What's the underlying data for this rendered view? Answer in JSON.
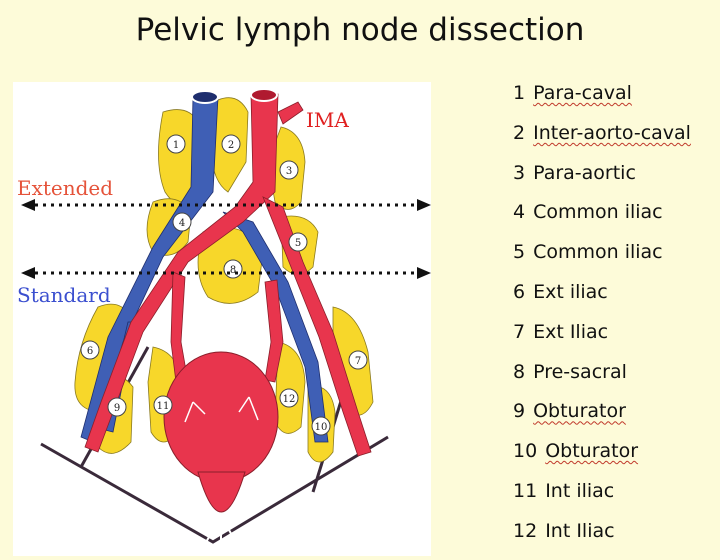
{
  "title": "Pelvic lymph node dissection",
  "diagram": {
    "label_ima": "IMA",
    "label_extended": "Extended",
    "label_standard": "Standard",
    "node_numbers": [
      "1",
      "2",
      "3",
      "4",
      "5",
      "6",
      "7",
      "8",
      "9",
      "10",
      "11",
      "12"
    ],
    "colors": {
      "artery": "#e8354d",
      "vein": "#3f5fb5",
      "node": "#f7d72a",
      "extended_text": "#e5533a",
      "standard_text": "#3b4fcf",
      "ima_text": "#e02020"
    }
  },
  "legend": [
    {
      "num": "1",
      "label": "Para-caval"
    },
    {
      "num": "2",
      "label": "Inter-aorto-caval"
    },
    {
      "num": "3",
      "label": "Para-aortic"
    },
    {
      "num": "4",
      "label": "Common iliac"
    },
    {
      "num": "5",
      "label": "Common iliac"
    },
    {
      "num": "6",
      "label": "Ext iliac"
    },
    {
      "num": "7",
      "label": "Ext Iliac"
    },
    {
      "num": "8",
      "label": "Pre-sacral"
    },
    {
      "num": "9",
      "label": "Obturator"
    },
    {
      "num": "10",
      "label": "Obturator"
    },
    {
      "num": "11",
      "label": "Int iliac"
    },
    {
      "num": "12",
      "label": "Int Iliac"
    }
  ]
}
